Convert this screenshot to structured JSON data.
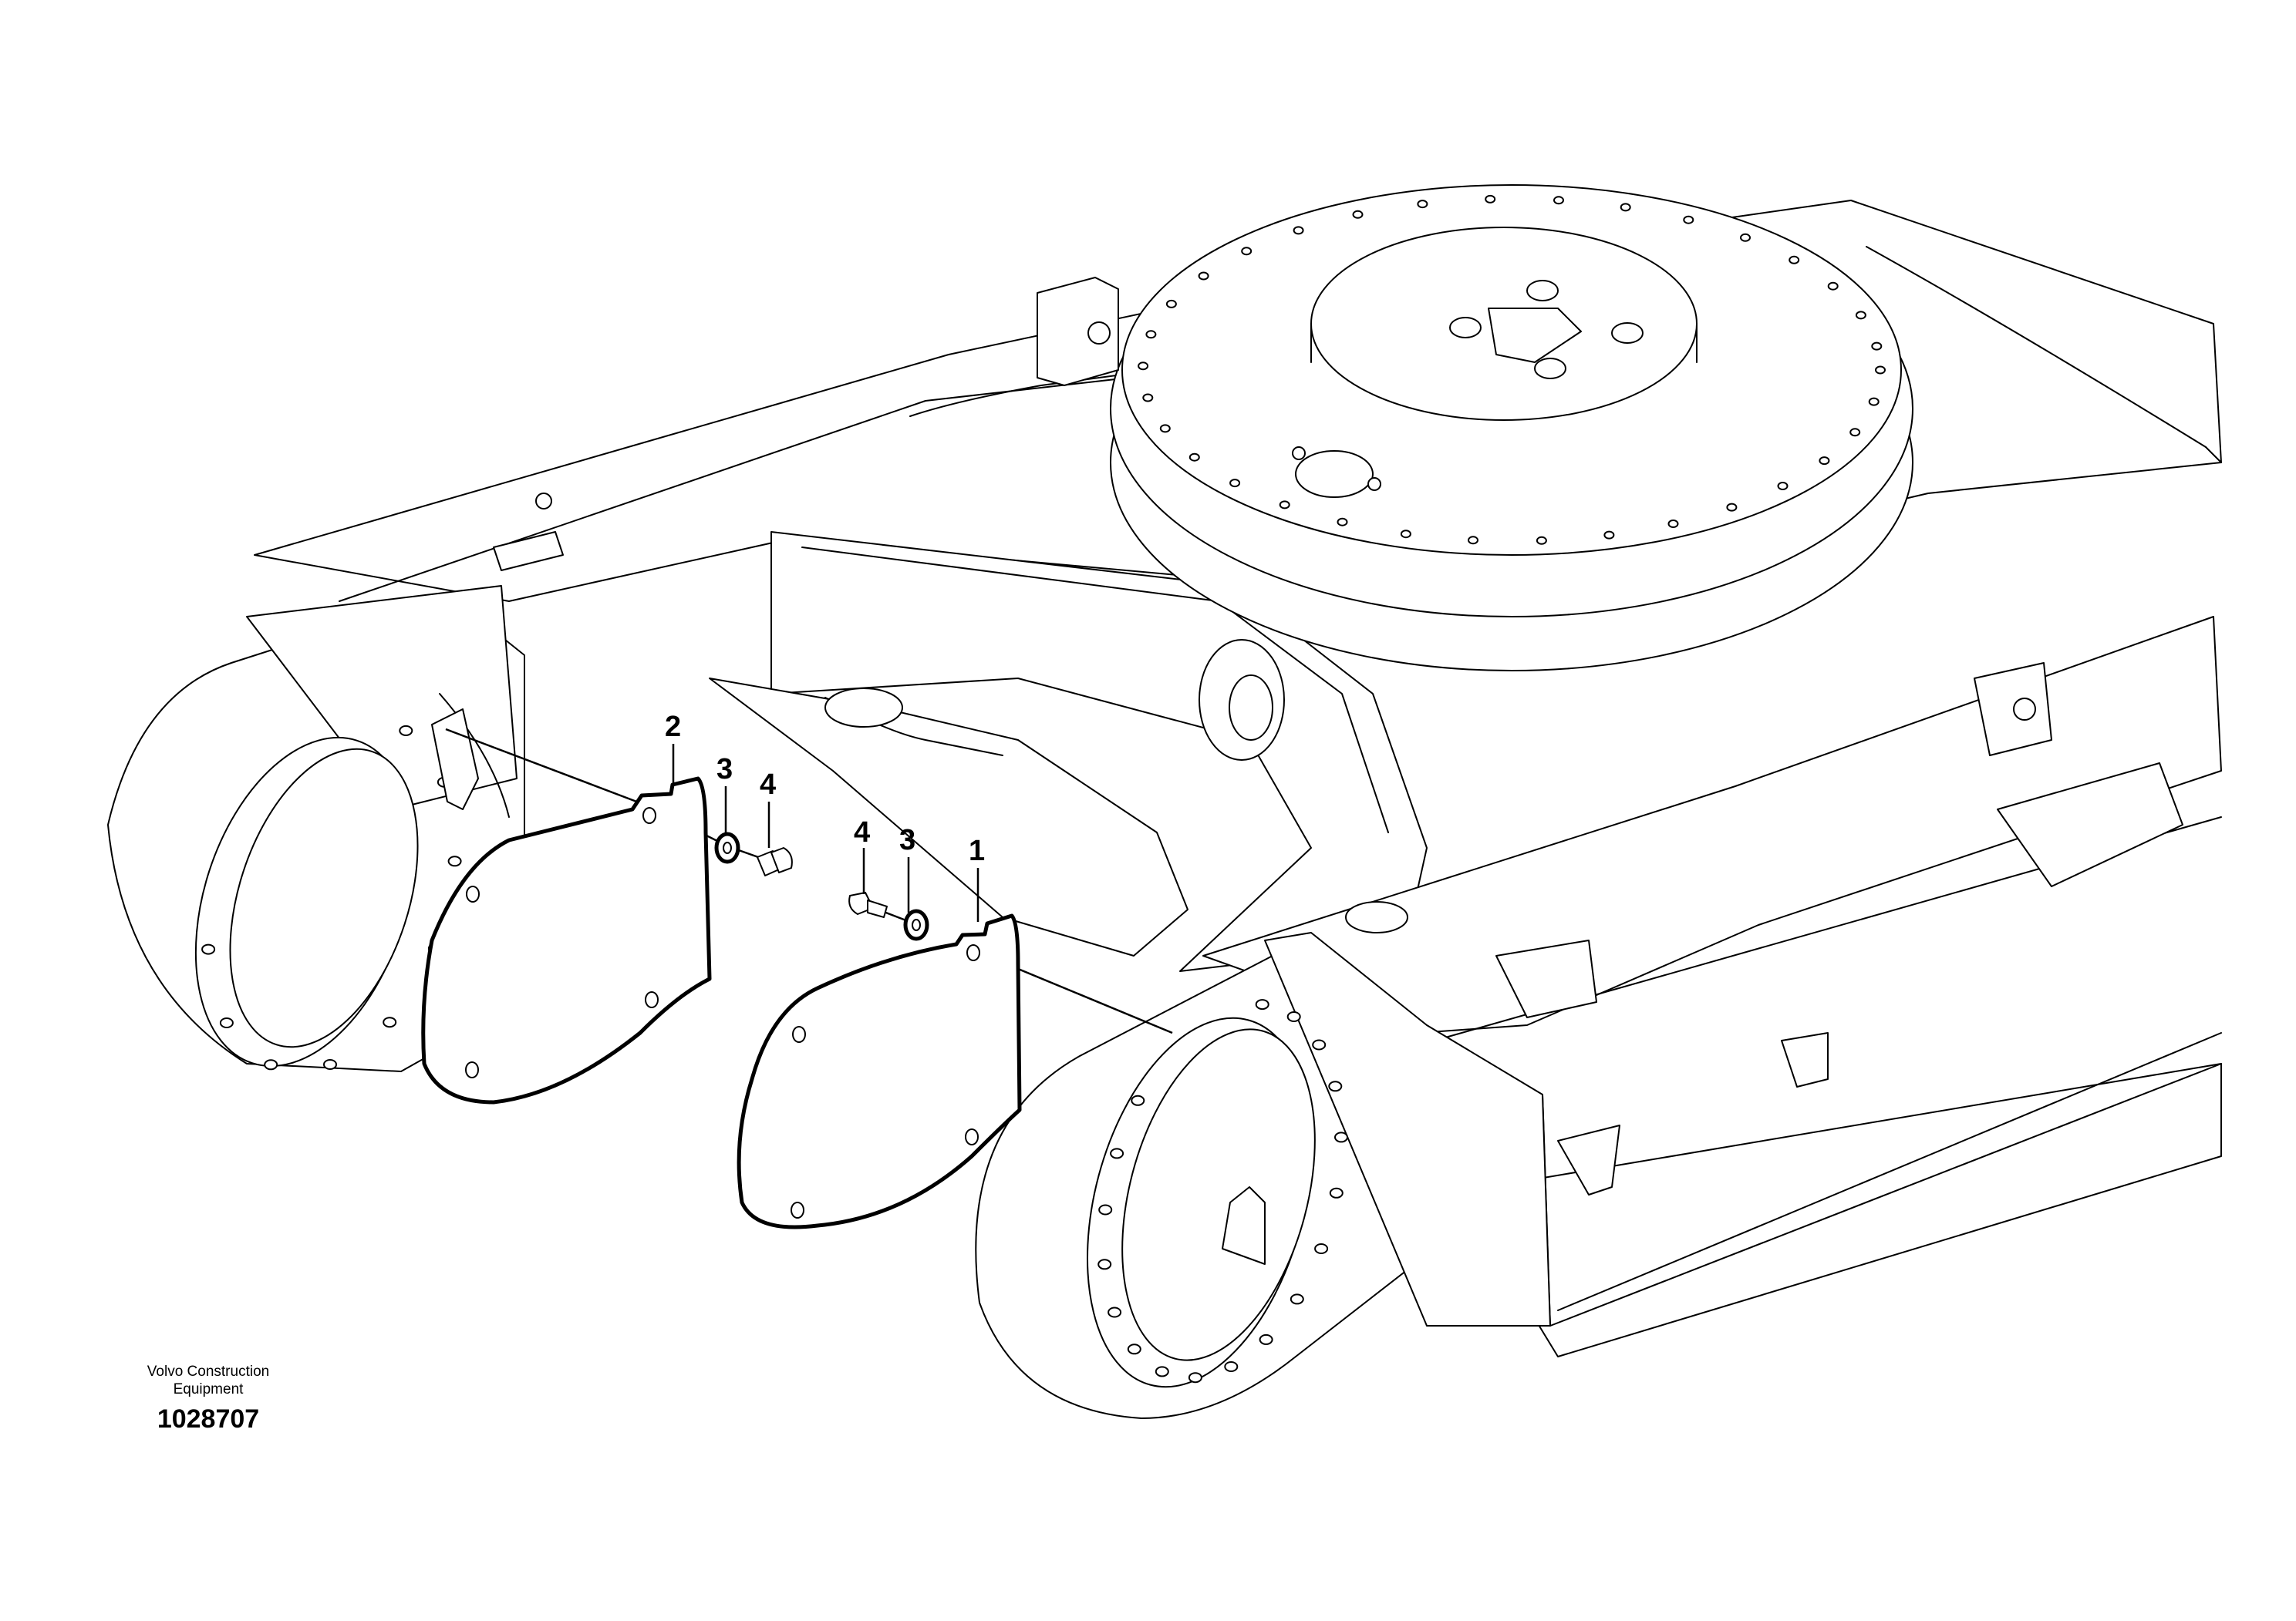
{
  "figure": {
    "manufacturer": "Volvo Construction\nEquipment",
    "manufacturer_line1": "Volvo Construction",
    "manufacturer_line2": "Equipment",
    "illustration_number": "1028707"
  },
  "callouts": {
    "left_cover": "2",
    "left_washer": "3",
    "left_bolt": "4",
    "right_bolt": "4",
    "right_washer": "3",
    "right_cover": "1"
  }
}
